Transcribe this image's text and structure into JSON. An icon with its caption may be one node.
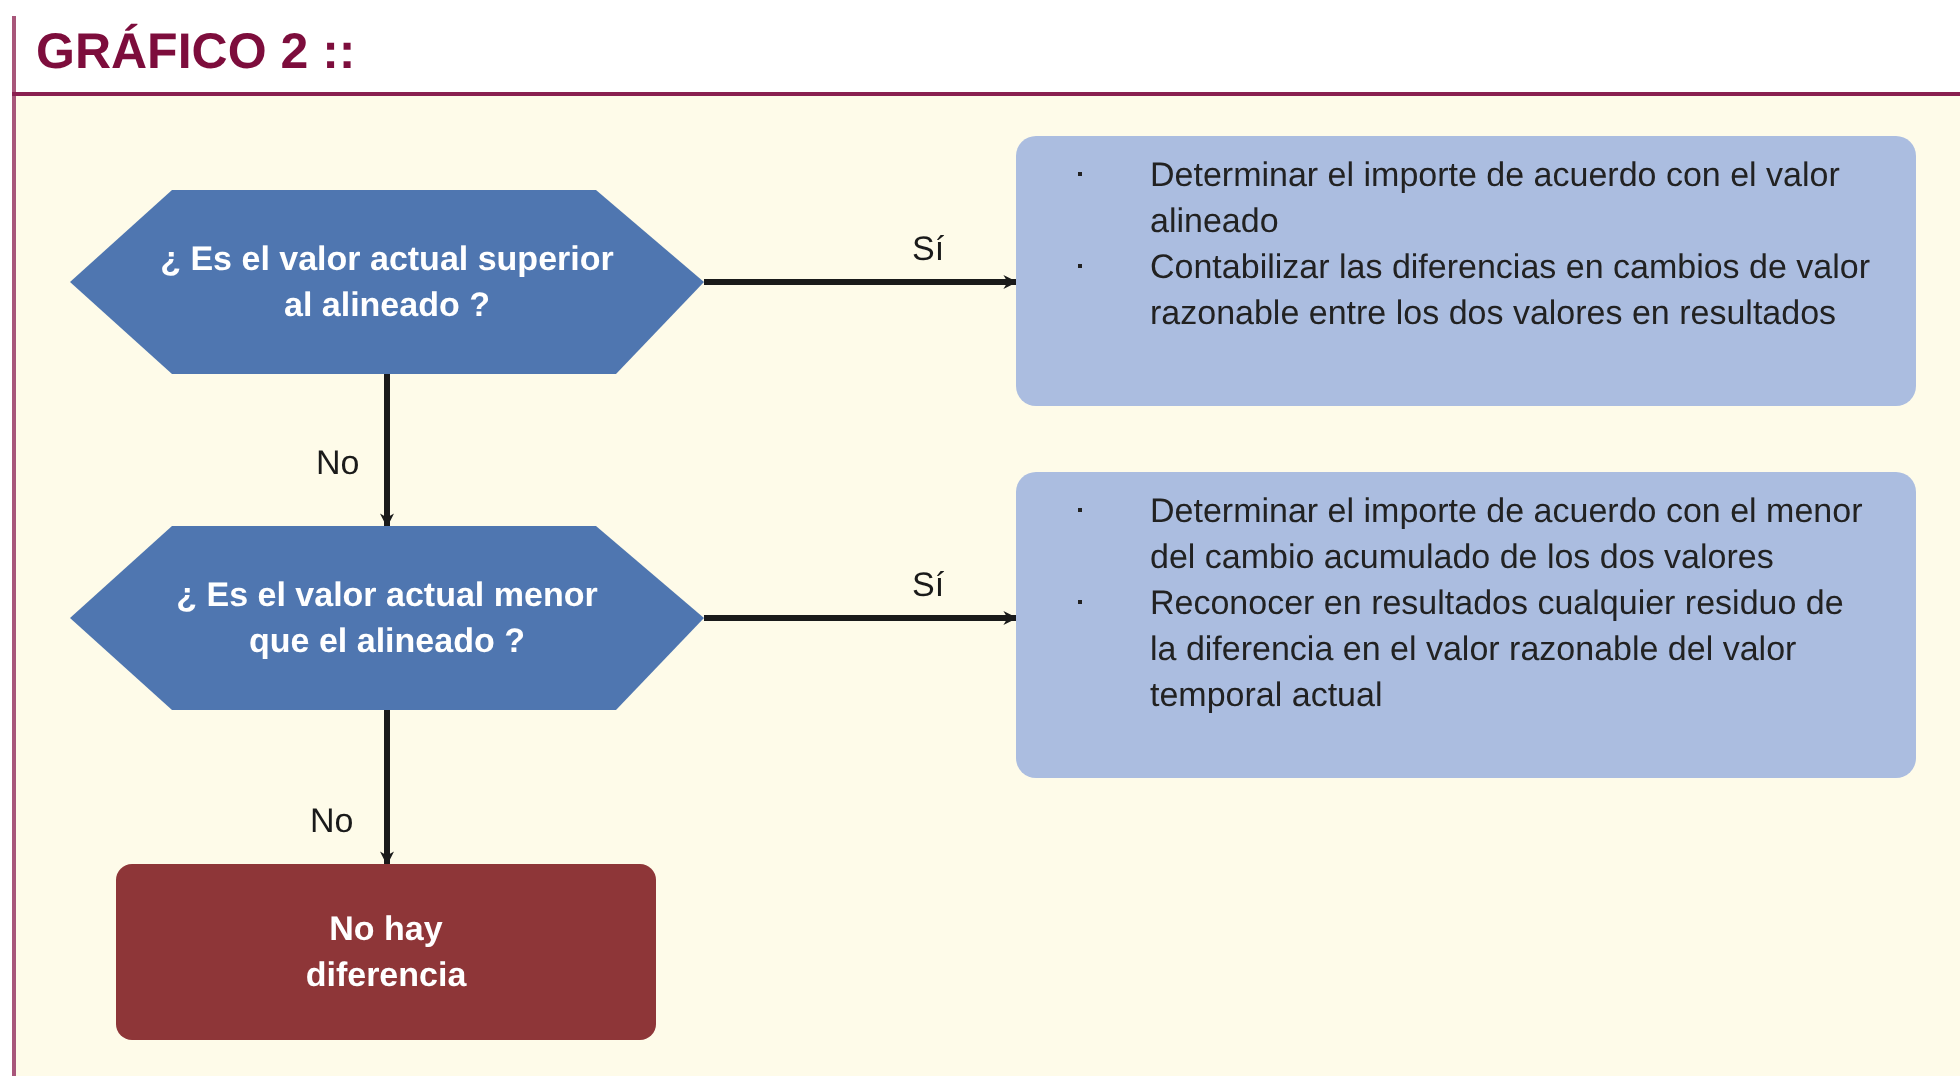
{
  "diagram": {
    "title": "GRÁFICO 2 ::",
    "nodes": [
      {
        "text": [
          "¿ Es el valor actual superior al alineado ?"
        ]
      },
      {
        "text": [
          "Determinar el importe de acuerdo con el valor alineado",
          "Contabilizar las diferencias en cambios de valor razonable entre los dos valores en resultados"
        ]
      },
      {
        "text": [
          "¿ Es el valor actual menor que el alineado ?"
        ]
      },
      {
        "text": [
          "Determinar el importe de acuerdo con el menor del cambio acumulado de los dos valores",
          "Reconocer en resultados cualquier residuo de la diferencia en el valor razonable del valor temporal actual"
        ]
      },
      {
        "text": [
          "No hay diferencia"
        ]
      }
    ],
    "edges": [
      {
        "from": 0,
        "to": 1,
        "arrow": "to",
        "label": "Sí"
      },
      {
        "from": 0,
        "to": 2,
        "arrow": "to",
        "label": "No"
      },
      {
        "from": 2,
        "to": 3,
        "arrow": "to",
        "label": "Sí"
      },
      {
        "from": 2,
        "to": 4,
        "arrow": "to",
        "label": "No"
      }
    ]
  }
}
